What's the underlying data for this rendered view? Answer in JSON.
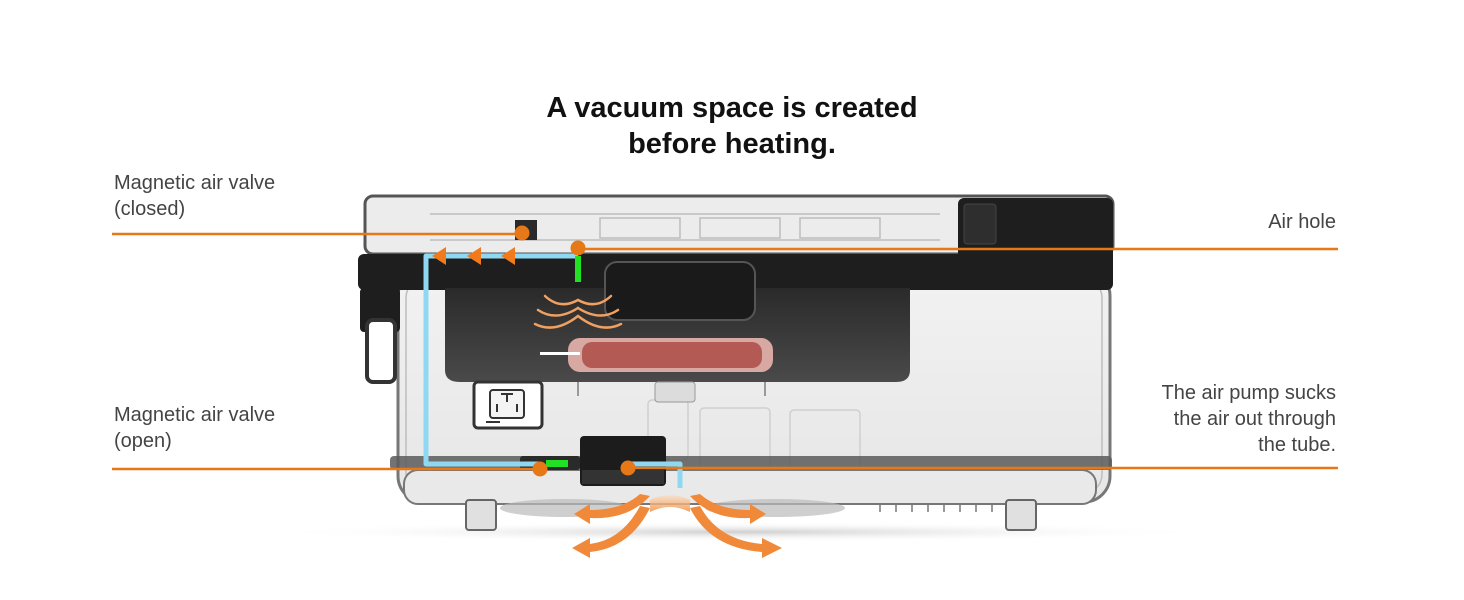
{
  "title": {
    "line1": "A vacuum space is created",
    "line2": "before heating."
  },
  "labels": {
    "valve_closed": {
      "line1": "Magnetic air valve",
      "line2": "(closed)"
    },
    "air_hole": "Air hole",
    "valve_open": {
      "line1": "Magnetic air valve",
      "line2": "(open)"
    },
    "air_pump": {
      "line1": "The air pump sucks",
      "line2": "the air out through",
      "line3": "the tube."
    }
  },
  "colors": {
    "callout": "#e67817",
    "tube": "#8fd8f2",
    "valve_indicator": "#22e022",
    "flow_arrows": "#f07a1c",
    "body_dark": "#1e1e1e"
  },
  "icons": {
    "flow_arrow": "triangle-arrow-left",
    "heat_waves": "curved-air-flow",
    "exhaust_arrows": "curved-exhaust-arrow"
  }
}
